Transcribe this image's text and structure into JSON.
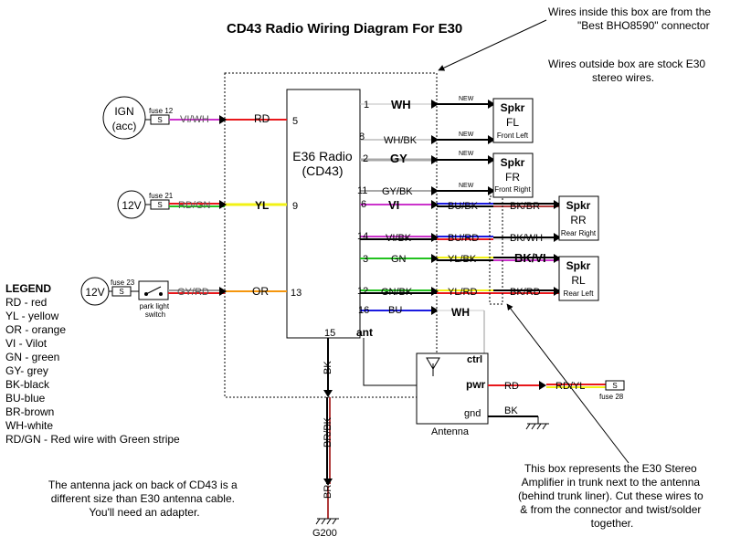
{
  "title": "CD43 Radio Wiring Diagram For E30",
  "notes": {
    "box_inside": [
      "Wires inside this box are from the",
      "\"Best BHO8590\" connector"
    ],
    "box_outside": [
      "Wires outside box are stock E30",
      "stereo wires."
    ],
    "antenna_jack": [
      "The antenna jack on back of CD43 is a",
      "different size than E30 antenna cable.",
      "You'll need an adapter."
    ],
    "amp_box": [
      "This box represents the E30 Stereo",
      "Amplifier in trunk next to the antenna",
      "(behind trunk liner).  Cut these wires to",
      "& from the connector and twist/solder",
      "together."
    ]
  },
  "legend": {
    "heading": "LEGEND",
    "items": [
      "RD - red",
      "YL - yellow",
      "OR - orange",
      "VI - Vilot",
      "GN - green",
      "GY- grey",
      "BK-black",
      "BU-blue",
      "BR-brown",
      "WH-white",
      "RD/GN - Red wire with Green stripe"
    ]
  },
  "radio": {
    "name": "E36 Radio",
    "model": "(CD43)",
    "ant": "ant",
    "pin15": "15"
  },
  "sources": {
    "ign": {
      "label": "IGN",
      "sub": "(acc)",
      "fuse": "fuse 12",
      "wire_out": "VI/WH",
      "wire_in": "RD",
      "pin": "5"
    },
    "batt1": {
      "label": "12V",
      "fuse": "fuse 21",
      "wire_out": "RD/GN",
      "wire_in": "YL",
      "pin": "9"
    },
    "batt2": {
      "label": "12V",
      "fuse": "fuse 23",
      "switch": [
        "park light",
        "switch"
      ],
      "wire_out": "GY/RD",
      "wire_in": "OR",
      "pin": "13"
    }
  },
  "right_wires": [
    {
      "pin": "1",
      "label": "WH"
    },
    {
      "pin": "8",
      "label": "WH/BK"
    },
    {
      "pin": "2",
      "label": "GY"
    },
    {
      "pin": "11",
      "label": "GY/BK"
    },
    {
      "pin": "6",
      "label": "VI",
      "label2": "BU/BK",
      "label3": "BK/BR"
    },
    {
      "pin": "14",
      "label": "VI/BK",
      "label2": "BU/RD",
      "label3": "BK/WH"
    },
    {
      "pin": "3",
      "label": "GN",
      "label2": "YL/BK",
      "label3": "BK/VI"
    },
    {
      "pin": "12",
      "label": "GN/BK",
      "label2": "YL/RD",
      "label3": "BK/RD"
    },
    {
      "pin": "16",
      "label": "BU",
      "label2": "WH"
    }
  ],
  "new_tag": "NEW",
  "speakers": [
    {
      "title": "Spkr",
      "code": "FL",
      "desc": "Front Left"
    },
    {
      "title": "Spkr",
      "code": "FR",
      "desc": "Front Right"
    },
    {
      "title": "Spkr",
      "code": "RR",
      "desc": "Rear Right"
    },
    {
      "title": "Spkr",
      "code": "RL",
      "desc": "Rear Left"
    }
  ],
  "antenna": {
    "name": "Antenna",
    "ctrl": "ctrl",
    "pwr": "pwr",
    "gnd": "gnd",
    "pwr_wire": "RD",
    "pwr_wire2": "RD/YL",
    "fuse": "fuse 28",
    "gnd_wire": "BK"
  },
  "ground": {
    "wire1": "BK",
    "wire2": "BR/BK",
    "wire3": "BR",
    "name": "G200"
  },
  "colors": {
    "red": "#e8171b",
    "yellow": "#f2f215",
    "orange": "#f5960d",
    "green": "#22c21f",
    "violet": "#cc33cc",
    "blue": "#1a1ae0",
    "grey": "#a8a8a8",
    "brown": "#b03b3b",
    "black": "#000000"
  }
}
